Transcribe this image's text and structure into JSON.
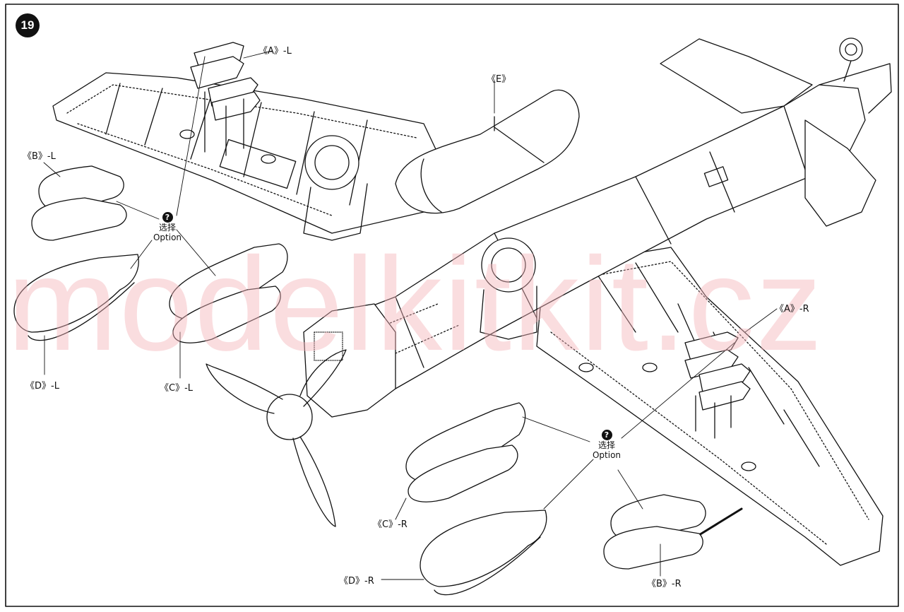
{
  "step_number": "19",
  "watermark": "modelkitkit.cz",
  "labels": {
    "a_left": "《A》-L",
    "a_right": "《A》-R",
    "b_left": "《B》-L",
    "b_right": "《B》-R",
    "c_left": "《C》-L",
    "c_right": "《C》-R",
    "d_left": "《D》-L",
    "d_right": "《D》-R",
    "e": "《E》"
  },
  "option_callouts": [
    {
      "glyph": "?",
      "chinese": "选择",
      "english": "Option"
    },
    {
      "glyph": "?",
      "chinese": "选择",
      "english": "Option"
    }
  ],
  "colors": {
    "line": "#111111",
    "watermark": "#f4b4ba",
    "paper": "#ffffff"
  }
}
